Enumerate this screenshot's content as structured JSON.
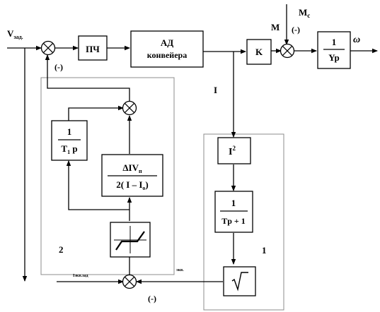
{
  "labels": {
    "v_ref": "V",
    "v_ref_sub": "зад.",
    "m_c": "M",
    "m_c_sub": "c",
    "m": "M",
    "omega": "ω",
    "current": "I",
    "minus_top": "(-)",
    "minus_left": "(-)",
    "minus_bottom": "(-)",
    "group1": "1",
    "group2": "2",
    "i_ref_small": "Iэкв.зад",
    "i_eq_small": "экв."
  },
  "blocks": {
    "pch": "ПЧ",
    "ad_line1": "АД",
    "ad_line2": "конвейера",
    "k": "K",
    "jp_num": "1",
    "jp_den": "Yp",
    "t1p_num": "1",
    "t1p_den": "T",
    "t1p_den_sub": "1",
    "t1p_den_tail": "p",
    "dv_num": "ΔIV",
    "dv_num_sub": "п",
    "dv_den_pre": "2( I – I",
    "dv_den_sub": "o",
    "dv_den_post": ")",
    "i2_base": "I",
    "i2_exp": "2",
    "tp1_num": "1",
    "tp1_den": "Tp + 1",
    "sqrt": "√"
  }
}
